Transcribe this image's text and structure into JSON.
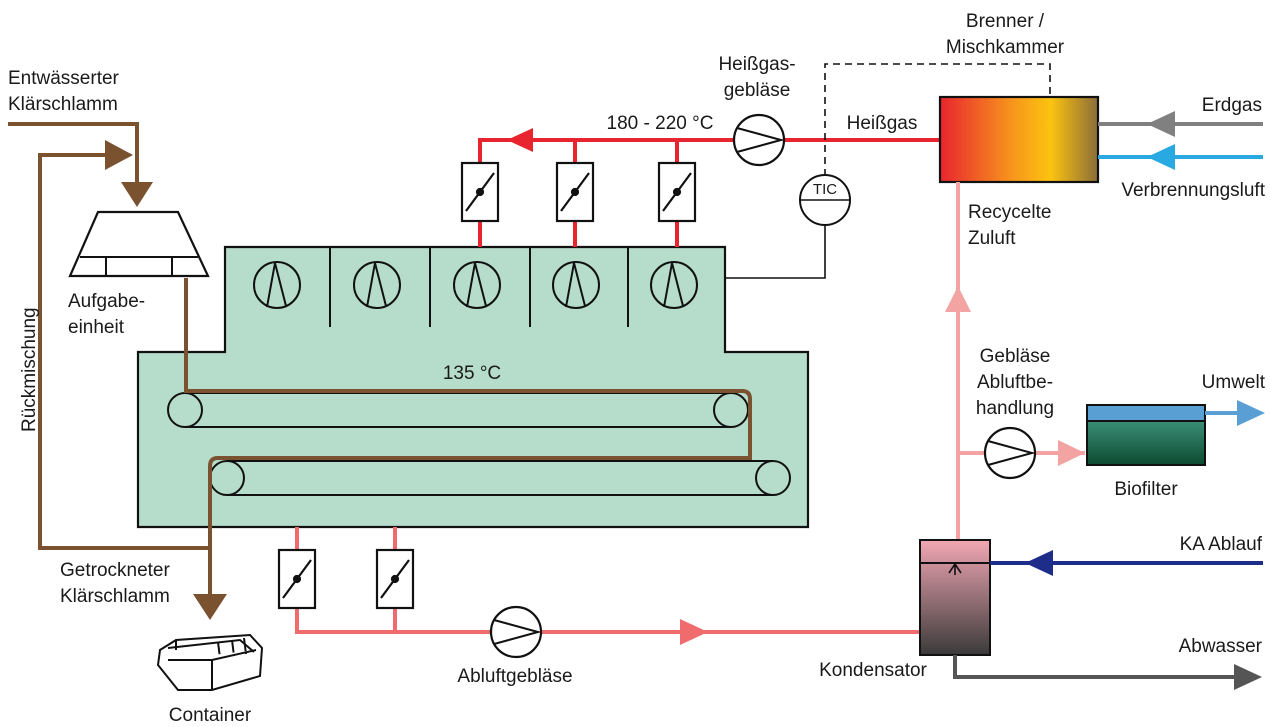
{
  "labels": {
    "dewatered_sludge": [
      "Entwässerter",
      "Klärschlamm"
    ],
    "feed_unit": [
      "Aufgabe-",
      "einheit"
    ],
    "backmixing": "Rückmischung",
    "dried_sludge": [
      "Getrockneter",
      "Klärschlamm"
    ],
    "container": "Container",
    "exhaust_fan": "Abluftgebläse",
    "temp_dryer": "135 °C",
    "temp_hotgas": "180 - 220 °C",
    "hotgas_fan": [
      "Heißgas-",
      "gebläse"
    ],
    "hotgas": "Heißgas",
    "tic": "TIC",
    "burner": [
      "Brenner /",
      "Mischkammer"
    ],
    "natural_gas": "Erdgas",
    "combustion_air": "Verbrennungsluft",
    "recycled_supply": [
      "Recycelte",
      "Zuluft"
    ],
    "exhaust_treatment_fan": [
      "Gebläse",
      "Abluftbe-",
      "handlung"
    ],
    "environment": "Umwelt",
    "biofilter": "Biofilter",
    "wwtp_effluent": "KA Ablauf",
    "wastewater": "Abwasser",
    "condenser": "Kondensator"
  },
  "colors": {
    "sludge": "#7a5230",
    "hot_gas": "#e8242e",
    "recycled_air": "#f4a3a3",
    "exhaust_air": "#ef6b6e",
    "dryer_body": "#b6dccb",
    "natural_gas": "#808080",
    "combustion_air": "#29a9e1",
    "effluent": "#1f2d8a",
    "wastewater": "#555555",
    "clean_air": "#5a9fd4"
  }
}
